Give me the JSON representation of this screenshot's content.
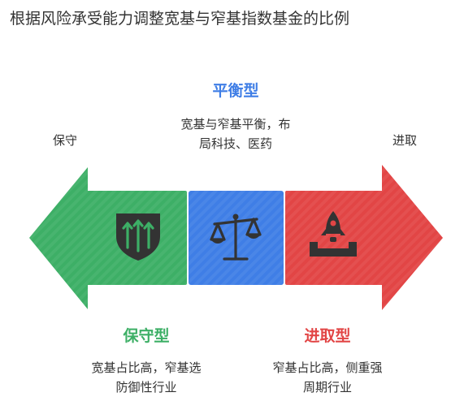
{
  "title": "根据风险承受能力调整宽基与窄基指数基金的比例",
  "left_end_label": "保守",
  "right_end_label": "进取",
  "balanced": {
    "heading": "平衡型",
    "desc_line1": "宽基与窄基平衡，布",
    "desc_line2": "局科技、医药"
  },
  "conservative": {
    "heading": "保守型",
    "desc_line1": "宽基占比高，窄基选",
    "desc_line2": "防御性行业"
  },
  "aggressive": {
    "heading": "进取型",
    "desc_line1": "窄基占比高，侧重强",
    "desc_line2": "周期行业"
  },
  "colors": {
    "green": "#3daf66",
    "blue": "#3f7ee6",
    "red": "#e24545",
    "icon": "#333333"
  },
  "icons": {
    "conservative": "shield-arrows-icon",
    "balanced": "scale-icon",
    "aggressive": "rocket-icon"
  }
}
